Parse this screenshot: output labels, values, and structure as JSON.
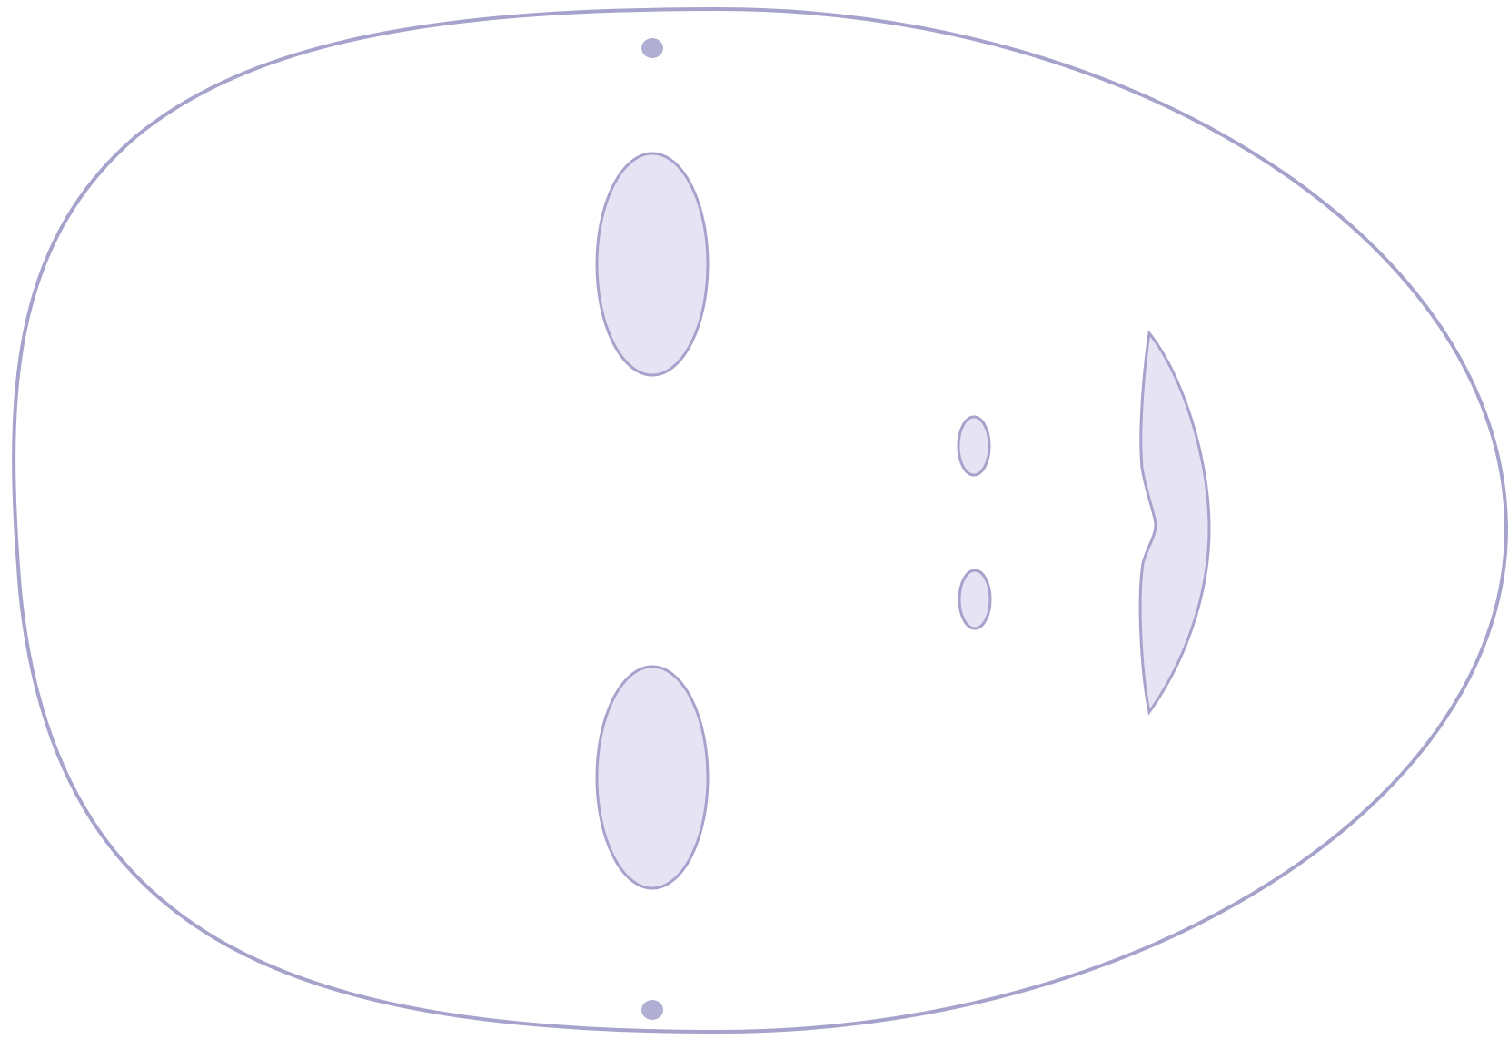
{
  "image": {
    "subject": "mask-template",
    "colors": {
      "background": "#ffffff",
      "outline": "#a5a3cc",
      "fill": "#e6e4f4",
      "dot": "#b0aed3"
    }
  },
  "parts": {
    "face_outline": "face-outline",
    "eye_holes": [
      "eye-hole-top",
      "eye-hole-bottom"
    ],
    "nostril_holes": [
      "nostril-hole-top",
      "nostril-hole-bottom"
    ],
    "mouth_hole": "mouth-hole",
    "strap_holes": [
      "strap-hole-top",
      "strap-hole-bottom"
    ]
  }
}
